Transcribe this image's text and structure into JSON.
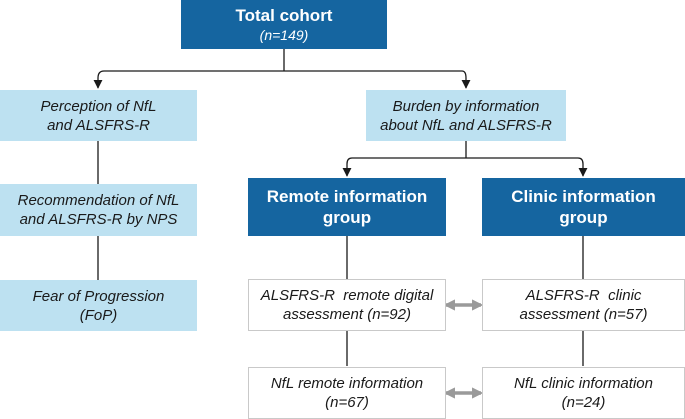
{
  "colors": {
    "header": "#1565a0",
    "light_box": "#bde1f1",
    "box_border": "#c9c9c9",
    "connector": "#1a1a1a",
    "bidirectional_arrow": "#9a9a9a"
  },
  "total": {
    "title": "Total cohort",
    "count": "(n=149)"
  },
  "left": {
    "perception": [
      "Perception of NfL",
      "and ALSFRS-R"
    ],
    "recommendation": [
      "Recommendation of NfL",
      "and ALSFRS-R by NPS"
    ],
    "fear": [
      "Fear of Progression",
      "(FoP)"
    ]
  },
  "burden": [
    "Burden by information",
    "about NfL and ALSFRS-R"
  ],
  "remote_group": [
    "Remote information",
    "group"
  ],
  "clinic_group": [
    "Clinic information",
    "group"
  ],
  "remote_alsfrs": [
    "ALSFRS-R  remote digital",
    "assessment (n=92)"
  ],
  "clinic_alsfrs": [
    "ALSFRS-R  clinic",
    "assessment (n=57)"
  ],
  "remote_nfl": [
    "NfL remote information",
    "(n=67)"
  ],
  "clinic_nfl": [
    "NfL clinic information",
    "(n=24)"
  ]
}
